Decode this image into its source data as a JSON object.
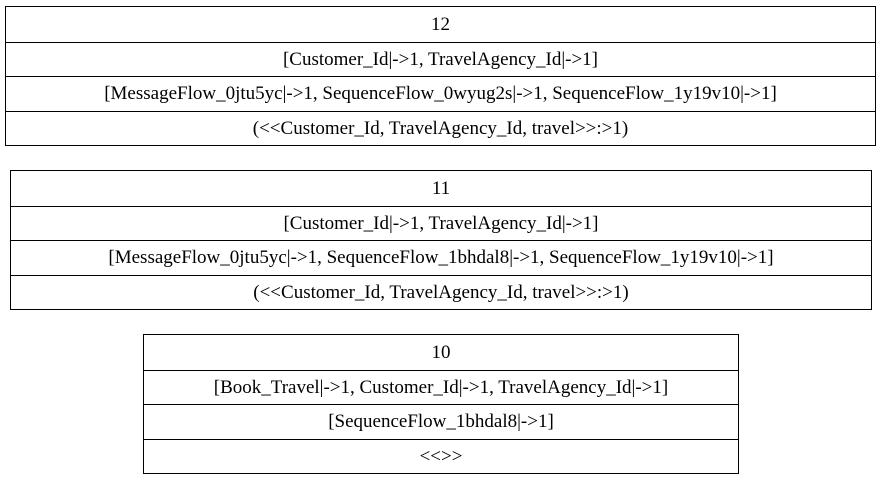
{
  "states": [
    {
      "id": "12",
      "row1": "[Customer_Id|->1, TravelAgency_Id|->1]",
      "row2": "[MessageFlow_0jtu5yc|->1, SequenceFlow_0wyug2s|->1, SequenceFlow_1y19v10|->1]",
      "row3": "(<<Customer_Id, TravelAgency_Id, travel>>:>1)"
    },
    {
      "id": "11",
      "row1": "[Customer_Id|->1, TravelAgency_Id|->1]",
      "row2": "[MessageFlow_0jtu5yc|->1, SequenceFlow_1bhdal8|->1, SequenceFlow_1y19v10|->1]",
      "row3": "(<<Customer_Id, TravelAgency_Id, travel>>:>1)"
    },
    {
      "id": "10",
      "row1": "[Book_Travel|->1, Customer_Id|->1, TravelAgency_Id|->1]",
      "row2": "[SequenceFlow_1bhdal8|->1]",
      "row3": "<<>>"
    }
  ]
}
